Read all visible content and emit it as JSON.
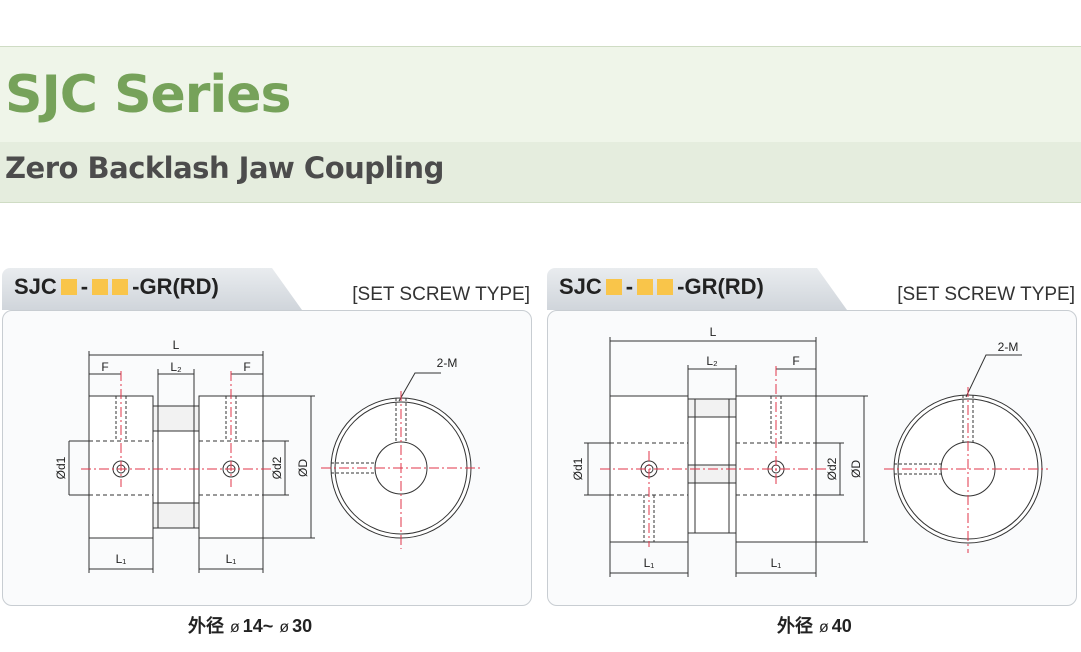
{
  "header": {
    "title": "SJC Series",
    "subtitle": "Zero Backlash Jaw Coupling"
  },
  "panels": [
    {
      "model_prefix": "SJC",
      "model_suffix": "-GR(RD)",
      "set_screw_type": "[SET SCREW TYPE]",
      "caption_prefix": "外径",
      "caption_symbol": "ø",
      "caption_value": "14~",
      "caption_symbol2": "ø",
      "caption_value2": "30",
      "labels": {
        "L": "L",
        "L2": "L₂",
        "F_left": "F",
        "F_right": "F",
        "L1_left": "L₁",
        "L1_right": "L₁",
        "d1": "Ød1",
        "d2": "Ød2",
        "D": "ØD",
        "M": "2-M"
      }
    },
    {
      "model_prefix": "SJC",
      "model_suffix": "-GR(RD)",
      "set_screw_type": "[SET SCREW TYPE]",
      "caption_prefix": "外径",
      "caption_symbol": "ø",
      "caption_value": "40",
      "labels": {
        "L": "L",
        "L2": "L₂",
        "F": "F",
        "L1_left": "L₁",
        "L1_right": "L₁",
        "d1": "Ød1",
        "d2": "Ød2",
        "D": "ØD",
        "M": "2-M"
      }
    }
  ],
  "colors": {
    "title": "#76a25a",
    "center_line": "#e0344a",
    "placeholder": "#f9c54a"
  }
}
